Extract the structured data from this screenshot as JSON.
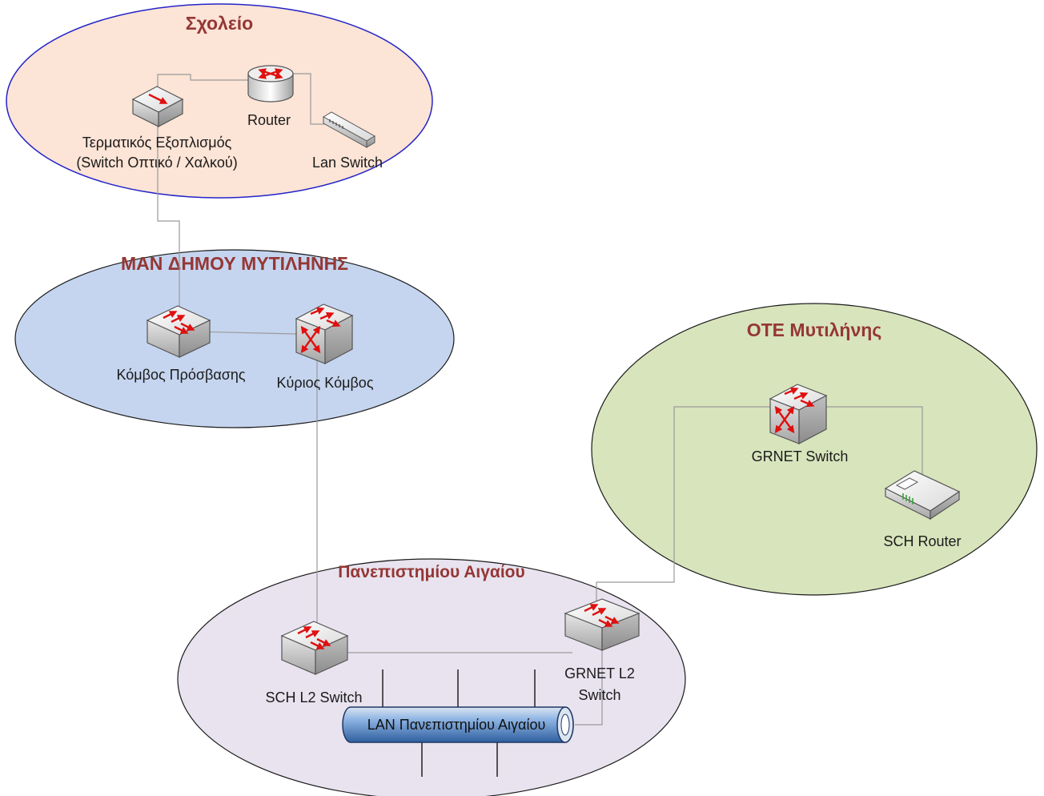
{
  "zones": {
    "school": {
      "title": "Σχολείο",
      "fill": "#fce4d6",
      "stroke": "#2424c8"
    },
    "man": {
      "title": "MAN ΔΗΜΟΥ ΜΥΤΙΛΗΝΗΣ",
      "fill": "#c5d5ef",
      "stroke": "#1a1a1a"
    },
    "ote": {
      "title": "ΟΤΕ Μυτιλήνης",
      "fill": "#d8e4bc",
      "stroke": "#1a1a1a"
    },
    "university": {
      "title": "Πανεπιστημίου Αιγαίου",
      "fill": "#e8e3ef",
      "stroke": "#1a1a1a"
    }
  },
  "devices": {
    "router": {
      "label": "Router",
      "icon": "router-icon"
    },
    "lan_switch": {
      "label": "Lan Switch",
      "icon": "lan-switch-icon"
    },
    "terminal": {
      "label_line1": "Τερματικός Εξοπλισμός",
      "label_line2": "(Switch Οπτικό / Χαλκού)",
      "icon": "switch-icon"
    },
    "access_node": {
      "label": "Κόμβος Πρόσβασης",
      "icon": "multilayer-switch-icon"
    },
    "core_node": {
      "label": "Κύριος Κόμβος",
      "icon": "atm-switch-icon"
    },
    "grnet_switch": {
      "label": "GRNET Switch",
      "icon": "atm-switch-icon"
    },
    "sch_router": {
      "label": "SCH Router",
      "icon": "router-device-icon"
    },
    "sch_l2_switch": {
      "label": "SCH L2 Switch",
      "icon": "multilayer-switch-icon"
    },
    "grnet_l2_switch": {
      "label_line1": "GRNET L2",
      "label_line2": "Switch",
      "icon": "multilayer-switch-icon"
    }
  },
  "lan_bus": {
    "label": "LAN Πανεπιστημίου Αιγαίου",
    "fill": "#4f81bd"
  },
  "colors": {
    "link": "#9a9a9a",
    "arrow": "#e01010",
    "title": "#953735"
  }
}
